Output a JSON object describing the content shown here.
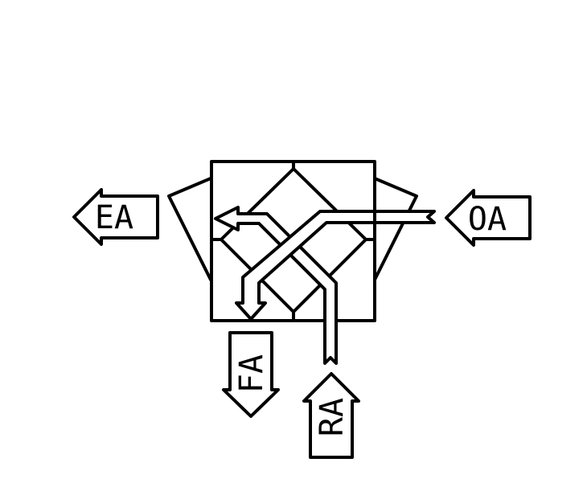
{
  "diagram": {
    "labels": {
      "exhaust_air": "EA",
      "outdoor_air": "OA",
      "fresh_air": "FA",
      "return_air": "RA"
    },
    "colors": {
      "stroke": "#000000",
      "background": "#ffffff"
    }
  }
}
